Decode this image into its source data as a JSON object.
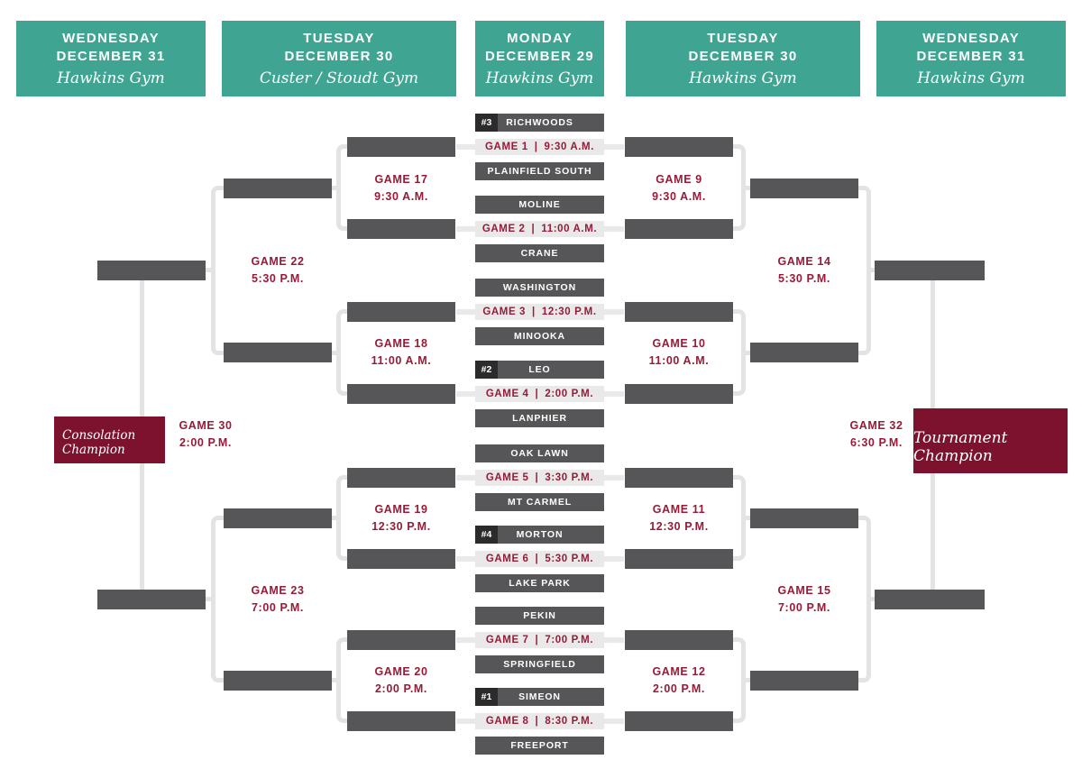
{
  "separator": "|",
  "colors": {
    "teal": "#3fa492",
    "bar_gray": "#565658",
    "seed_bg": "#2b2b2c",
    "strip_bg": "#e9e9e9",
    "maroon_text": "#971b38",
    "maroon_box": "#7d122f",
    "connector": "#e3e3e3"
  },
  "headers": [
    {
      "day": "WEDNESDAY",
      "date": "DECEMBER 31",
      "gym": "Hawkins Gym"
    },
    {
      "day": "TUESDAY",
      "date": "DECEMBER 30",
      "gym": "Custer / Stoudt Gym"
    },
    {
      "day": "MONDAY",
      "date": "DECEMBER 29",
      "gym": "Hawkins Gym"
    },
    {
      "day": "TUESDAY",
      "date": "DECEMBER 30",
      "gym": "Hawkins Gym"
    },
    {
      "day": "WEDNESDAY",
      "date": "DECEMBER 31",
      "gym": "Hawkins Gym"
    }
  ],
  "center_games": [
    {
      "game": "GAME 1",
      "time": "9:30 A.M.",
      "seed": "#3",
      "team1": "RICHWOODS",
      "team2": "PLAINFIELD SOUTH"
    },
    {
      "game": "GAME 2",
      "time": "11:00 A.M.",
      "seed": "",
      "team1": "MOLINE",
      "team2": "CRANE"
    },
    {
      "game": "GAME 3",
      "time": "12:30 P.M.",
      "seed": "",
      "team1": "WASHINGTON",
      "team2": "MINOOKA"
    },
    {
      "game": "GAME 4",
      "time": "2:00 P.M.",
      "seed": "#2",
      "team1": "LEO",
      "team2": "LANPHIER"
    },
    {
      "game": "GAME 5",
      "time": "3:30 P.M.",
      "seed": "",
      "team1": "OAK LAWN",
      "team2": "MT CARMEL"
    },
    {
      "game": "GAME 6",
      "time": "5:30 P.M.",
      "seed": "#4",
      "team1": "MORTON",
      "team2": "LAKE PARK"
    },
    {
      "game": "GAME 7",
      "time": "7:00 P.M.",
      "seed": "",
      "team1": "PEKIN",
      "team2": "SPRINGFIELD"
    },
    {
      "game": "GAME 8",
      "time": "8:30 P.M.",
      "seed": "#1",
      "team1": "SIMEON",
      "team2": "FREEPORT"
    }
  ],
  "left_bracket": {
    "round2": [
      {
        "game": "GAME 17",
        "time": "9:30 A.M."
      },
      {
        "game": "GAME 18",
        "time": "11:00 A.M."
      },
      {
        "game": "GAME 19",
        "time": "12:30 P.M."
      },
      {
        "game": "GAME 20",
        "time": "2:00 P.M."
      }
    ],
    "round3": [
      {
        "game": "GAME 22",
        "time": "5:30 P.M."
      },
      {
        "game": "GAME 23",
        "time": "7:00 P.M."
      }
    ],
    "final": {
      "game": "GAME 30",
      "time": "2:00 P.M.",
      "title": "Consolation Champion"
    }
  },
  "right_bracket": {
    "round2": [
      {
        "game": "GAME 9",
        "time": "9:30 A.M."
      },
      {
        "game": "GAME 10",
        "time": "11:00 A.M."
      },
      {
        "game": "GAME 11",
        "time": "12:30 P.M."
      },
      {
        "game": "GAME 12",
        "time": "2:00 P.M."
      }
    ],
    "round3": [
      {
        "game": "GAME 14",
        "time": "5:30 P.M."
      },
      {
        "game": "GAME 15",
        "time": "7:00 P.M."
      }
    ],
    "final": {
      "game": "GAME 32",
      "time": "6:30 P.M.",
      "title": "Tournament Champion"
    }
  }
}
